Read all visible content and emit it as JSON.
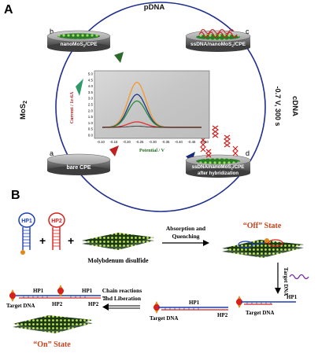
{
  "panel_a": {
    "label": "A",
    "arrow_top": "pDNA",
    "arrow_right": "-0.7 V, 300 s",
    "arrow_right_2": "cDNA",
    "arrow_left": "MoS",
    "arrow_left_sub": "2",
    "electrodes": {
      "a": {
        "letter": "a",
        "name": "bare CPE"
      },
      "b": {
        "letter": "b",
        "name": "nanoMoS",
        "sub": "2",
        "suffix": "/CPE"
      },
      "c": {
        "letter": "c",
        "name": "ssDNA/nanoMoS",
        "sub": "2",
        "suffix": "/CPE"
      },
      "d": {
        "letter": "d",
        "name": "ssDNA/nanoMoS",
        "sub": "2",
        "suffix": "/CPE",
        "line2": "after hybridization"
      }
    },
    "inset": {
      "ylabel": "Current / 1e-6A",
      "xlabel": "Potential / V",
      "yticks": [
        "5.0",
        "4.5",
        "4.0",
        "3.5",
        "3.0",
        "2.5",
        "2.0",
        "1.5",
        "1.0",
        "0.5",
        "0.0"
      ],
      "xticks": [
        "-0.10",
        "-0.15",
        "-0.20",
        "-0.25",
        "-0.30",
        "-0.35",
        "-0.40",
        "-0.45",
        "-0.50"
      ],
      "curve_colors": [
        "#f39a2b",
        "#1a3a8a",
        "#2b8a3a",
        "#e03030",
        "#222222"
      ]
    }
  },
  "panel_b": {
    "label": "B",
    "hp1": "HP1",
    "hp2": "HP2",
    "plus": "+",
    "mos2_label": "Molybdenum disulfide",
    "step1_line1": "Absorption and",
    "step1_line2": "Quenching",
    "off_state": "“Off” State",
    "target_dna": "Target DNA",
    "chain_line1": "Chain reactions",
    "chain_line2": "and Liberation",
    "on_state": "“On” State",
    "hp1_label": "HP1",
    "hp2_label": "HP2",
    "dots": "•••"
  },
  "colors": {
    "cycle": "#1f2e8f",
    "mos2_green": "#4cb84c",
    "red": "#d8201c",
    "blue": "#1b3fb5",
    "orange": "#e08a1a",
    "accent_text": "#c8421a"
  }
}
